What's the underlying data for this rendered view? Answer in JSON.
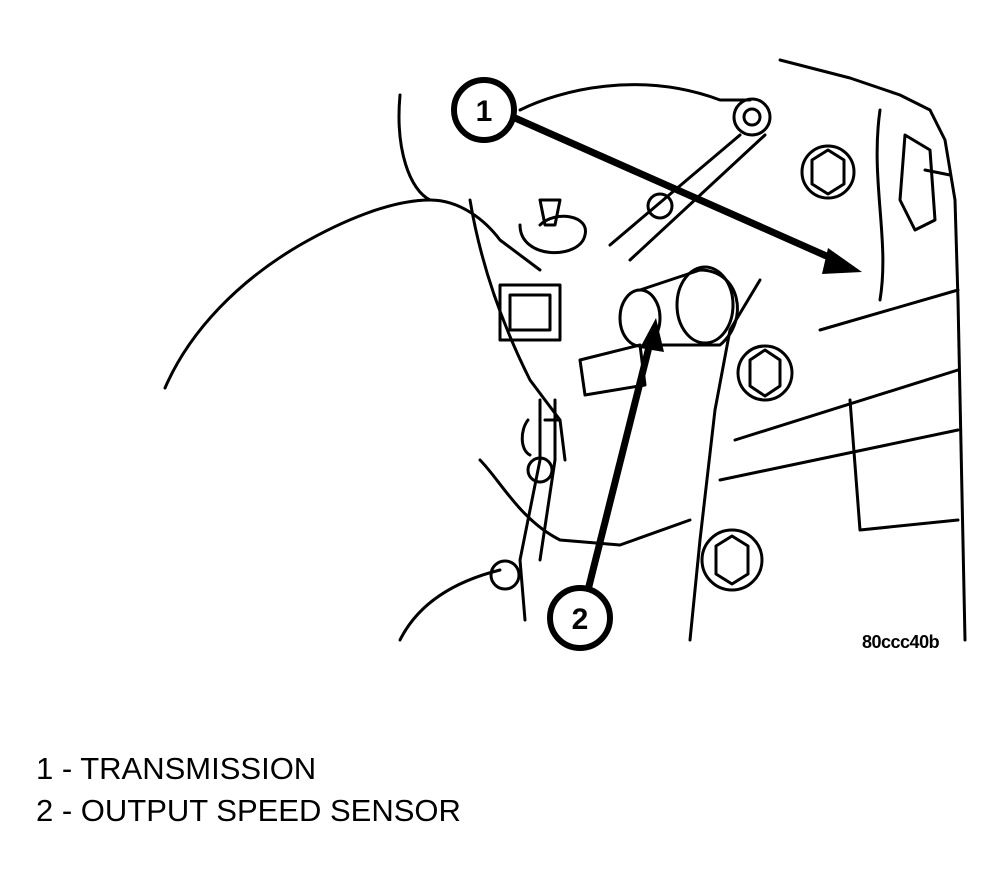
{
  "figure": {
    "code": "80ccc40b",
    "callouts": [
      {
        "number": "1",
        "target": "TRANSMISSION"
      },
      {
        "number": "2",
        "target": "OUTPUT SPEED SENSOR"
      }
    ]
  },
  "legend": {
    "items": [
      "1 - TRANSMISSION",
      "2 - OUTPUT SPEED SENSOR"
    ]
  }
}
